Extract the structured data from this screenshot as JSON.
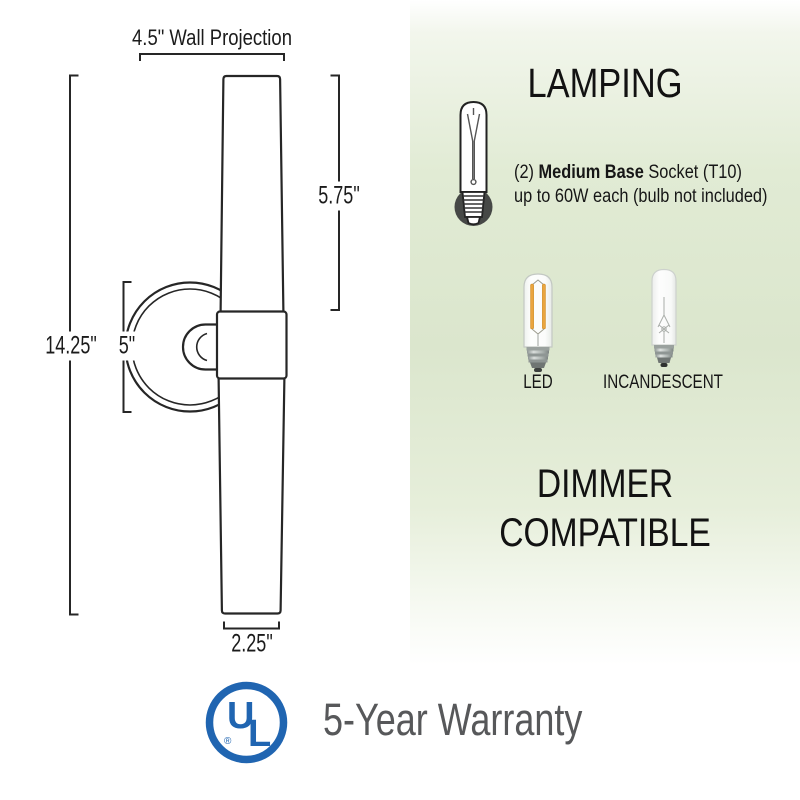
{
  "product_diagram": {
    "wall_projection_label": "4.5\" Wall Projection",
    "overall_height_label": "14.25\"",
    "backplate_height_label": "5\"",
    "shade_height_label": "5.75\"",
    "shade_width_label": "2.25\""
  },
  "lamping_panel": {
    "title": "LAMPING",
    "socket_spec": {
      "prefix": "(2) ",
      "bold": "Medium Base",
      "suffix": " Socket (T10)",
      "line2": "up to 60W each (bulb not included)"
    },
    "bulb_types": [
      {
        "label": "LED"
      },
      {
        "label": "INCANDESCENT"
      }
    ],
    "dimmer": {
      "line1": "DIMMER",
      "line2": "COMPATIBLE"
    }
  },
  "footer": {
    "ul_logo": {
      "letter_u": "U",
      "letter_l": "L",
      "registered": "®"
    },
    "warranty_label": "5-Year Warranty"
  },
  "icons": {
    "t10_socket_icon": "t10-tube-bulb-with-socket",
    "led_bulb": "led-filament-tube-bulb",
    "incandescent_bulb": "incandescent-tube-bulb",
    "ul_logo": "ul-certification-logo"
  },
  "colors": {
    "panel_green": "#dbe6cd",
    "line_color": "#262626",
    "socket_dark": "#464846",
    "led_filament_amber": "#e9a83c",
    "ul_blue": "#2065b1",
    "warranty_gray": "#57585a"
  }
}
